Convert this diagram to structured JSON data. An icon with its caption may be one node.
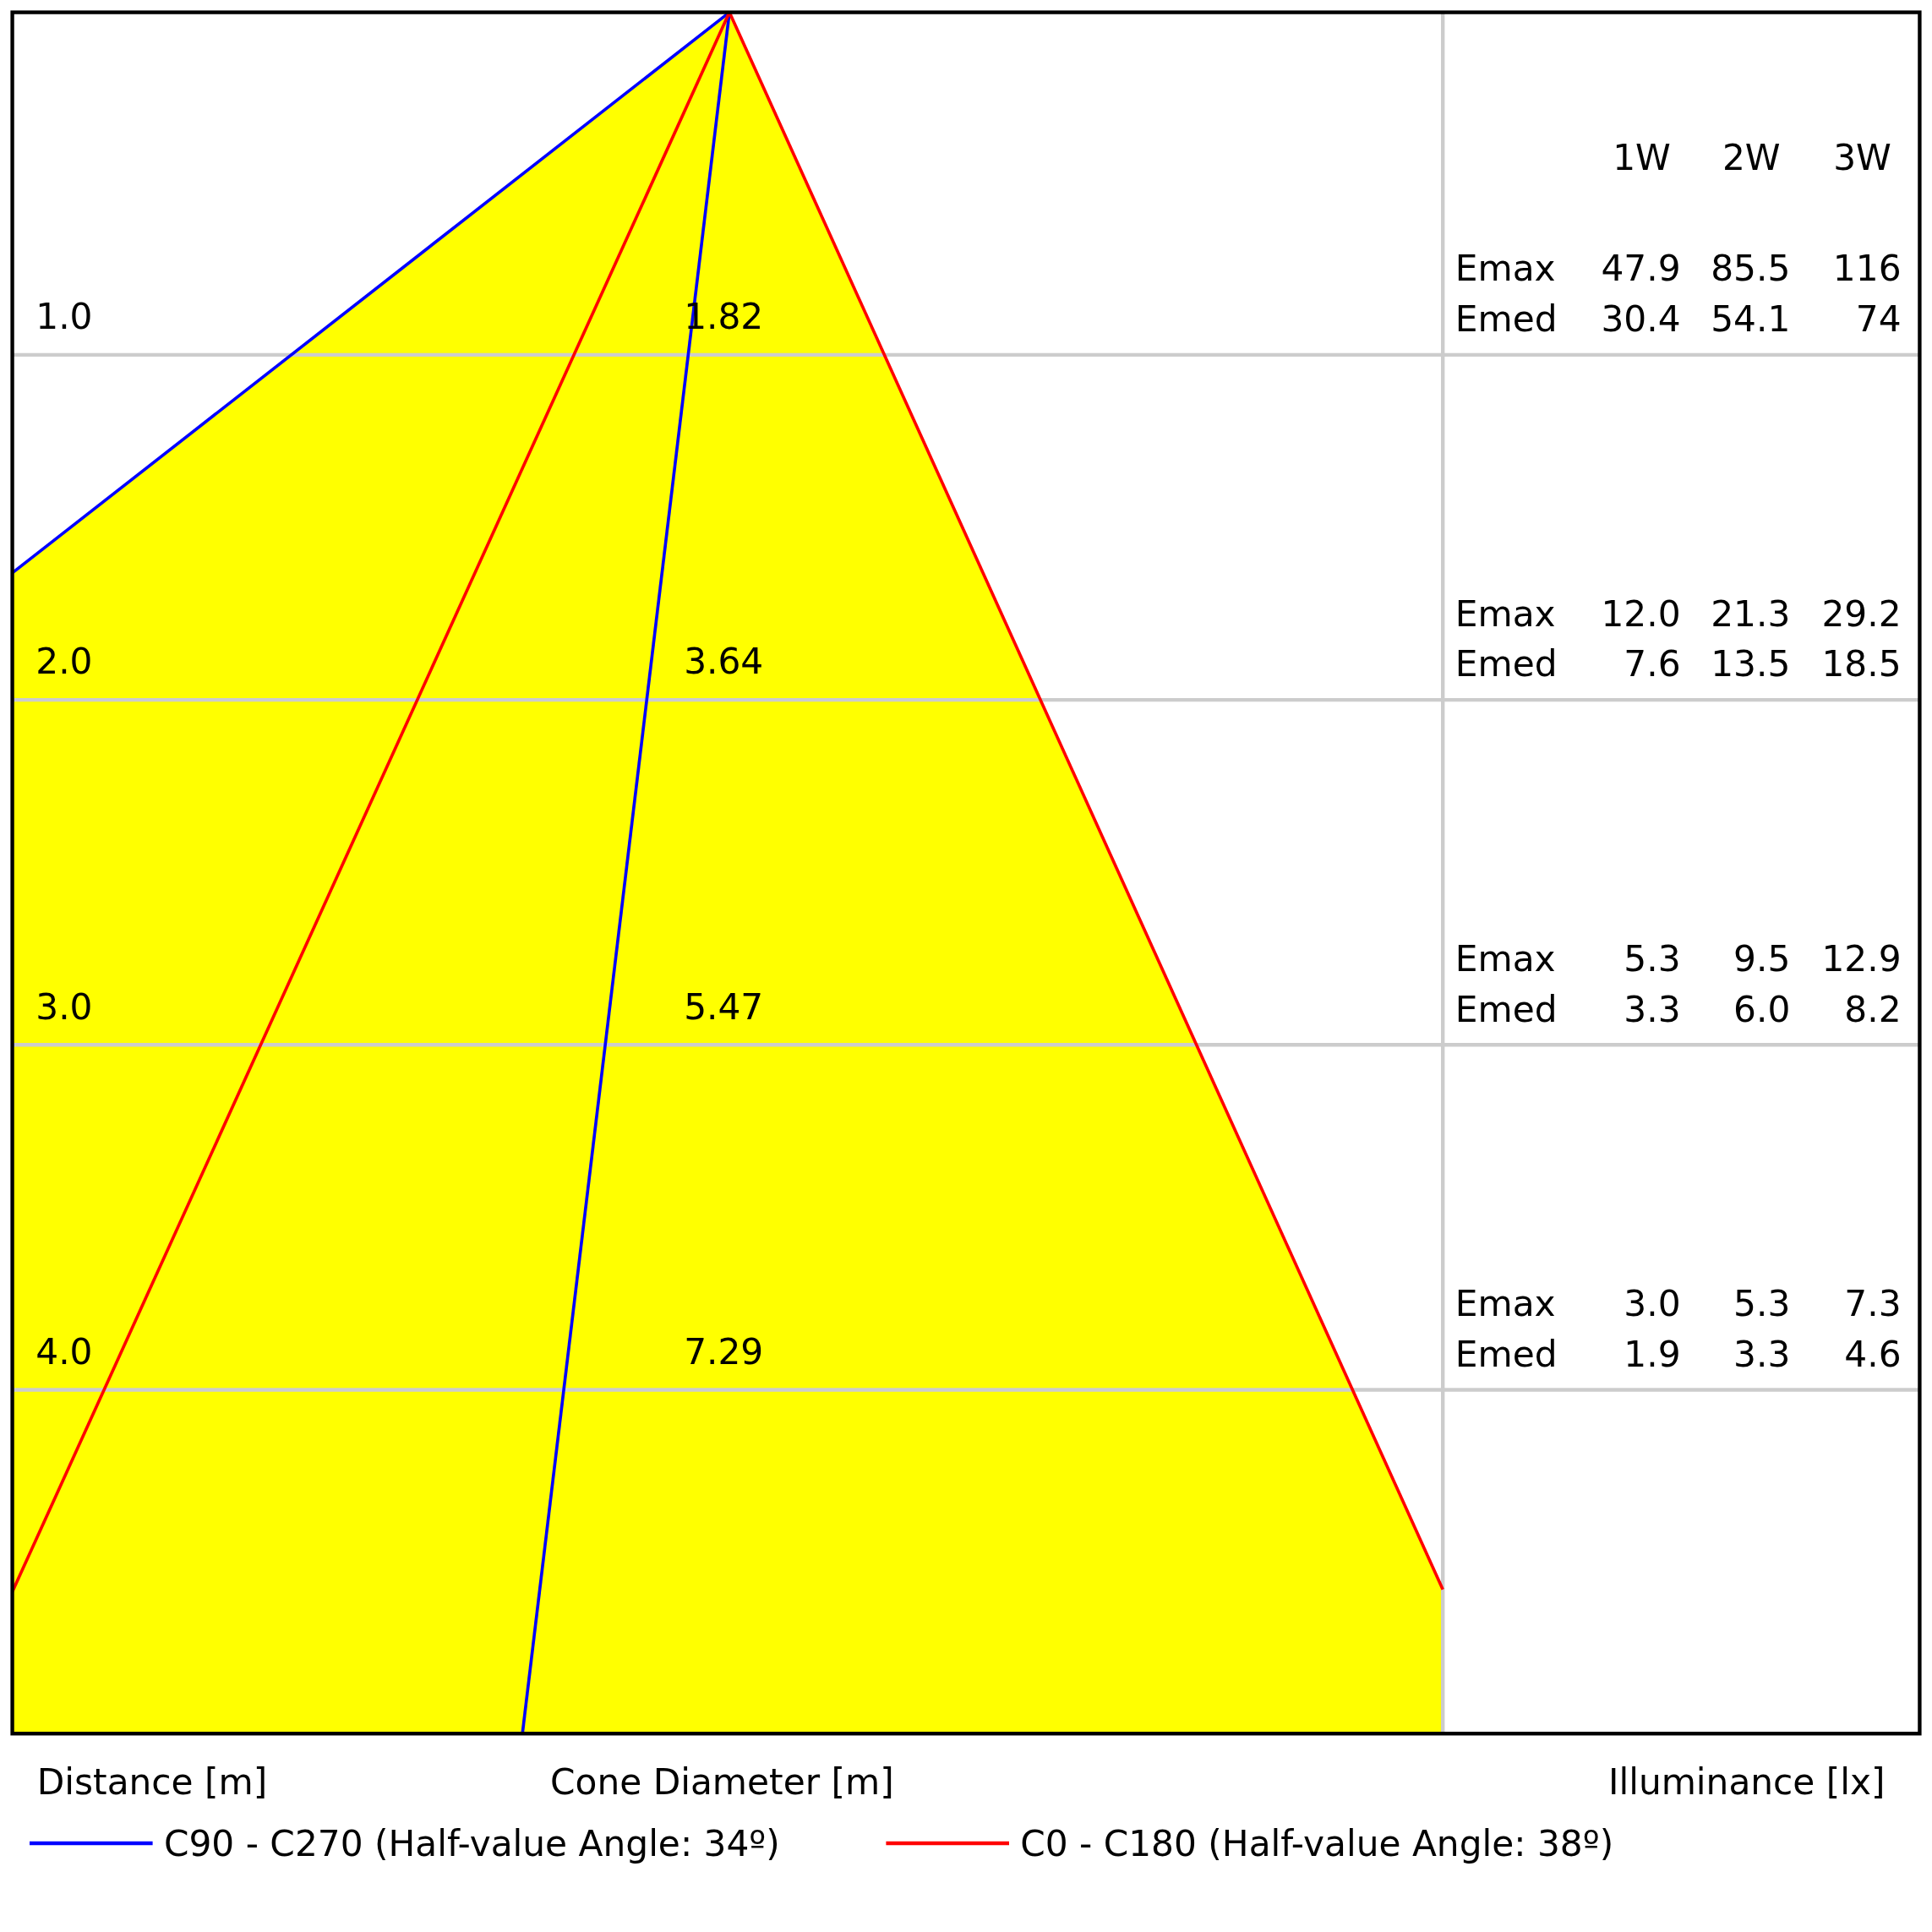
{
  "diagram": {
    "labels": [
      "1W",
      "2W",
      "3W",
      "Emax",
      "47.9",
      "85.5",
      "116",
      "1.0",
      "1.82",
      "Emed",
      "30.4",
      "54.1",
      "74",
      "Emax",
      "12.0",
      "21.3",
      "29.2",
      "2.0",
      "3.64",
      "Emed",
      "7.6",
      "13.5",
      "18.5",
      "Emax",
      "5.3",
      "9.5",
      "12.9",
      "3.0",
      "5.47",
      "Emed",
      "3.3",
      "6.0",
      "8.2",
      "Emax",
      "3.0",
      "5.3",
      "7.3",
      "4.0",
      "7.29",
      "Emed",
      "1.9",
      "3.3",
      "4.6",
      "Distance [m]",
      "Cone Diameter [m]",
      "Illuminance [lx]"
    ],
    "legend": [
      {
        "text": "C90 - C270 (Half-value Angle: 34º)"
      },
      {
        "text": "C0 - C180 (Half-value Angle: 38º)"
      }
    ]
  }
}
